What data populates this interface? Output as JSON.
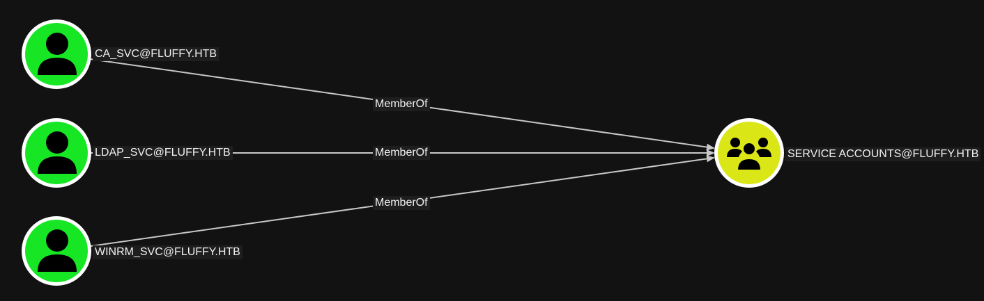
{
  "graph": {
    "background": "#121212",
    "nodes": [
      {
        "id": "ca_svc",
        "label": "CA_SVC@FLUFFY.HTB",
        "type": "User",
        "icon": "user-icon",
        "color": "#17e625"
      },
      {
        "id": "ldap_svc",
        "label": "LDAP_SVC@FLUFFY.HTB",
        "type": "User",
        "icon": "user-icon",
        "color": "#17e625"
      },
      {
        "id": "winrm_svc",
        "label": "WINRM_SVC@FLUFFY.HTB",
        "type": "User",
        "icon": "user-icon",
        "color": "#17e625"
      },
      {
        "id": "service_accounts",
        "label": "SERVICE ACCOUNTS@FLUFFY.HTB",
        "type": "Group",
        "icon": "group-icon",
        "color": "#dbe617"
      }
    ],
    "edges": [
      {
        "from": "ca_svc",
        "to": "service_accounts",
        "label": "MemberOf"
      },
      {
        "from": "ldap_svc",
        "to": "service_accounts",
        "label": "MemberOf"
      },
      {
        "from": "winrm_svc",
        "to": "service_accounts",
        "label": "MemberOf"
      }
    ]
  }
}
